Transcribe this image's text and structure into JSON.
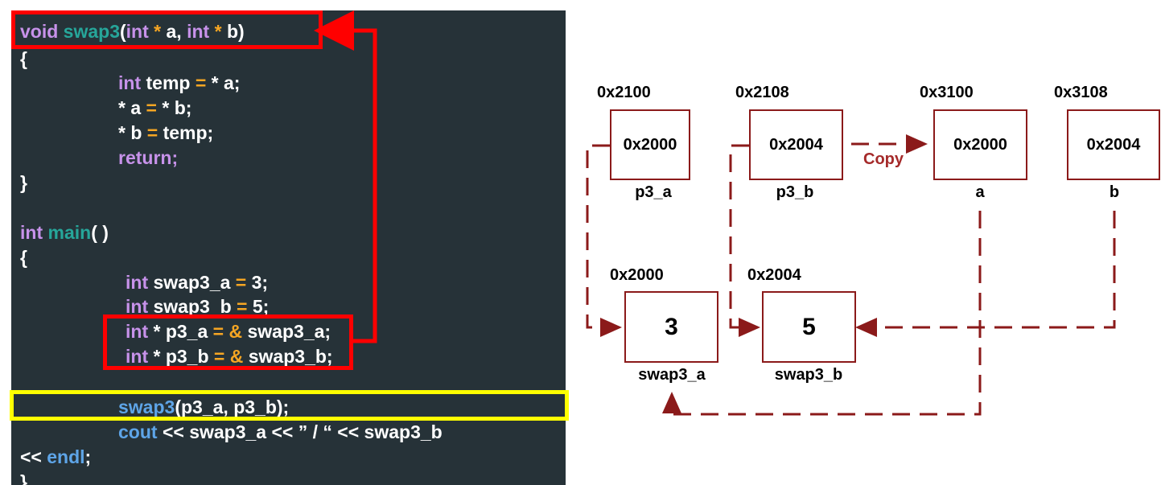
{
  "code": {
    "lines": [
      {
        "indent": 0,
        "tokens": [
          {
            "t": "void ",
            "c": "kw"
          },
          {
            "t": "swap3",
            "c": "fn"
          },
          {
            "t": "(",
            "c": "id"
          },
          {
            "t": "int",
            "c": "kw"
          },
          {
            "t": " * ",
            "c": "op"
          },
          {
            "t": "a, ",
            "c": "id"
          },
          {
            "t": "int",
            "c": "kw"
          },
          {
            "t": " * ",
            "c": "op"
          },
          {
            "t": "b)",
            "c": "id"
          }
        ]
      },
      {
        "indent": 0,
        "tokens": [
          {
            "t": "{",
            "c": "id"
          }
        ]
      },
      {
        "indent": 122,
        "tokens": [
          {
            "t": "int ",
            "c": "kw"
          },
          {
            "t": "temp ",
            "c": "id"
          },
          {
            "t": "= ",
            "c": "op"
          },
          {
            "t": "* a;",
            "c": "id"
          }
        ]
      },
      {
        "indent": 122,
        "tokens": [
          {
            "t": "* a ",
            "c": "id"
          },
          {
            "t": "= ",
            "c": "op"
          },
          {
            "t": "* b;",
            "c": "id"
          }
        ]
      },
      {
        "indent": 122,
        "tokens": [
          {
            "t": "* b ",
            "c": "id"
          },
          {
            "t": "= ",
            "c": "op"
          },
          {
            "t": "temp;",
            "c": "id"
          }
        ]
      },
      {
        "indent": 122,
        "tokens": [
          {
            "t": "return;",
            "c": "kw"
          }
        ]
      },
      {
        "indent": 0,
        "tokens": [
          {
            "t": "}",
            "c": "id"
          }
        ]
      },
      {
        "indent": 0,
        "tokens": []
      },
      {
        "indent": 0,
        "tokens": [
          {
            "t": "int ",
            "c": "kw"
          },
          {
            "t": "main",
            "c": "fn"
          },
          {
            "t": "( )",
            "c": "id"
          }
        ]
      },
      {
        "indent": 0,
        "tokens": [
          {
            "t": "{",
            "c": "id"
          }
        ]
      },
      {
        "indent": 131,
        "tokens": [
          {
            "t": "int ",
            "c": "kw"
          },
          {
            "t": "swap3_a ",
            "c": "id"
          },
          {
            "t": "= ",
            "c": "op"
          },
          {
            "t": "3;",
            "c": "id"
          }
        ]
      },
      {
        "indent": 131,
        "tokens": [
          {
            "t": "int ",
            "c": "kw"
          },
          {
            "t": "swap3_b ",
            "c": "id"
          },
          {
            "t": "= ",
            "c": "op"
          },
          {
            "t": "5;",
            "c": "id"
          }
        ]
      },
      {
        "indent": 131,
        "tokens": [
          {
            "t": "int",
            "c": "kw"
          },
          {
            "t": " * ",
            "c": "id"
          },
          {
            "t": "p3_a ",
            "c": "id"
          },
          {
            "t": "= ",
            "c": "op"
          },
          {
            "t": "& ",
            "c": "op"
          },
          {
            "t": "swap3_a;",
            "c": "id"
          }
        ]
      },
      {
        "indent": 131,
        "tokens": [
          {
            "t": "int",
            "c": "kw"
          },
          {
            "t": " * ",
            "c": "id"
          },
          {
            "t": "p3_b ",
            "c": "id"
          },
          {
            "t": "= ",
            "c": "op"
          },
          {
            "t": "& ",
            "c": "op"
          },
          {
            "t": "swap3_b;",
            "c": "id"
          }
        ]
      },
      {
        "indent": 0,
        "tokens": []
      },
      {
        "indent": 122,
        "tokens": [
          {
            "t": "swap3",
            "c": "blue"
          },
          {
            "t": "(p3_a, p3_b);",
            "c": "id"
          }
        ]
      },
      {
        "indent": 122,
        "tokens": [
          {
            "t": "cout ",
            "c": "blue"
          },
          {
            "t": "<< swap3_a << ” / “ << swap3_b",
            "c": "id"
          }
        ]
      },
      {
        "indent": 0,
        "tokens": [
          {
            "t": "<< ",
            "c": "id"
          },
          {
            "t": "endl",
            "c": "blue"
          },
          {
            "t": ";",
            "c": "id"
          }
        ]
      },
      {
        "indent": 0,
        "tokens": [
          {
            "t": "}",
            "c": "id"
          }
        ]
      }
    ]
  },
  "memory": {
    "top_row": [
      {
        "address": "0x2100",
        "value": "0x2000",
        "name": "p3_a"
      },
      {
        "address": "0x2108",
        "value": "0x2004",
        "name": "p3_b"
      },
      {
        "address": "0x3100",
        "value": "0x2000",
        "name": "a"
      },
      {
        "address": "0x3108",
        "value": "0x2004",
        "name": "b"
      }
    ],
    "bottom_row": [
      {
        "address": "0x2000",
        "value": "3",
        "name": "swap3_a"
      },
      {
        "address": "0x2004",
        "value": "5",
        "name": "swap3_b"
      }
    ],
    "copy_label": "Copy"
  },
  "colors": {
    "code_bg": "#263238",
    "keyword": "#c792ea",
    "function": "#26a69a",
    "operator": "#f6a623",
    "highlight_red": "#ff0000",
    "highlight_yellow": "#ffff00",
    "diagram_line": "#8b1a1a"
  }
}
